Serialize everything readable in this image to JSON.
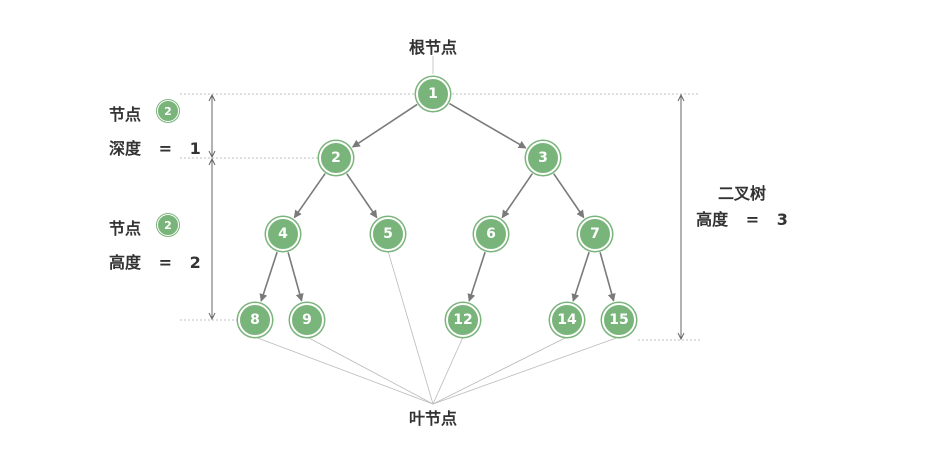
{
  "labels": {
    "root": "根节点",
    "leaf": "叶节点",
    "tree": "二叉树"
  },
  "annotations": {
    "depth": {
      "node_word": "节点",
      "node_value": "2",
      "metric": "深度",
      "eq": "=",
      "value": "1"
    },
    "node_height": {
      "node_word": "节点",
      "node_value": "2",
      "metric": "高度",
      "eq": "=",
      "value": "2"
    },
    "tree_height": {
      "metric": "高度",
      "eq": "=",
      "value": "3"
    }
  },
  "nodes": [
    "1",
    "2",
    "3",
    "4",
    "5",
    "6",
    "7",
    "8",
    "9",
    "12",
    "14",
    "15"
  ],
  "edges": [
    [
      "1",
      "2"
    ],
    [
      "1",
      "3"
    ],
    [
      "2",
      "4"
    ],
    [
      "2",
      "5"
    ],
    [
      "3",
      "6"
    ],
    [
      "3",
      "7"
    ],
    [
      "4",
      "8"
    ],
    [
      "4",
      "9"
    ],
    [
      "6",
      "12"
    ],
    [
      "7",
      "14"
    ],
    [
      "7",
      "15"
    ]
  ],
  "leaves": [
    "8",
    "9",
    "5",
    "12",
    "14",
    "15"
  ],
  "colors": {
    "node_fill": "#79b47a",
    "edge": "#7a7a7a",
    "text": "#333333",
    "guide": "#bbbbbb"
  }
}
